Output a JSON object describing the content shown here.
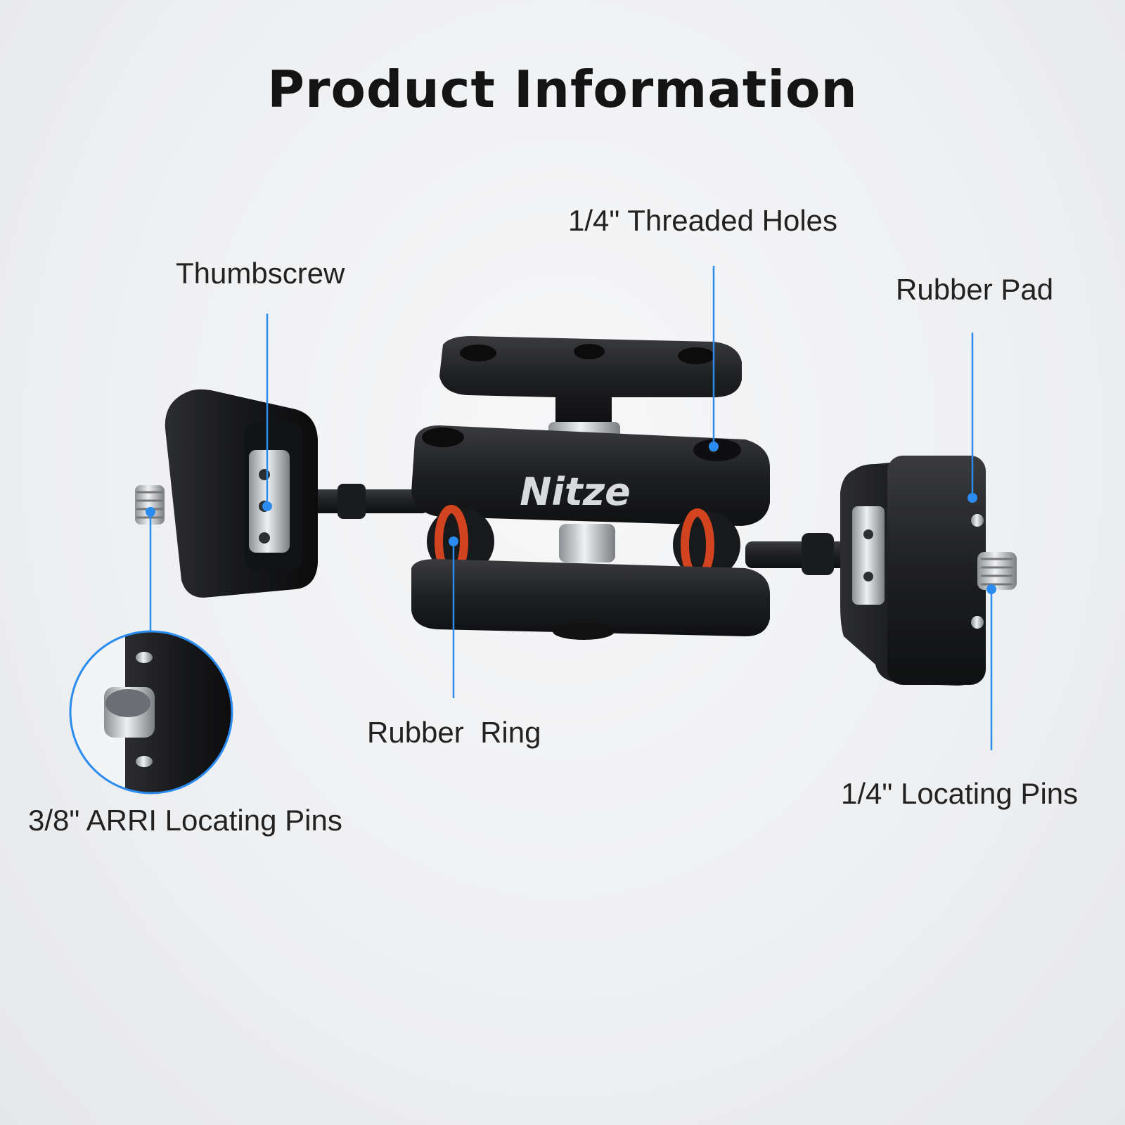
{
  "title": "Product Information",
  "brand": "Nitze",
  "accent_color": "#2a8cf0",
  "callouts": {
    "threaded_holes": "1/4\" Threaded Holes",
    "thumbscrew": "Thumbscrew",
    "rubber_pad": "Rubber Pad",
    "rubber_ring": "Rubber  Ring",
    "arri_pins": "3/8\" ARRI Locating Pins",
    "locating_pins": "1/4\" Locating Pins"
  }
}
